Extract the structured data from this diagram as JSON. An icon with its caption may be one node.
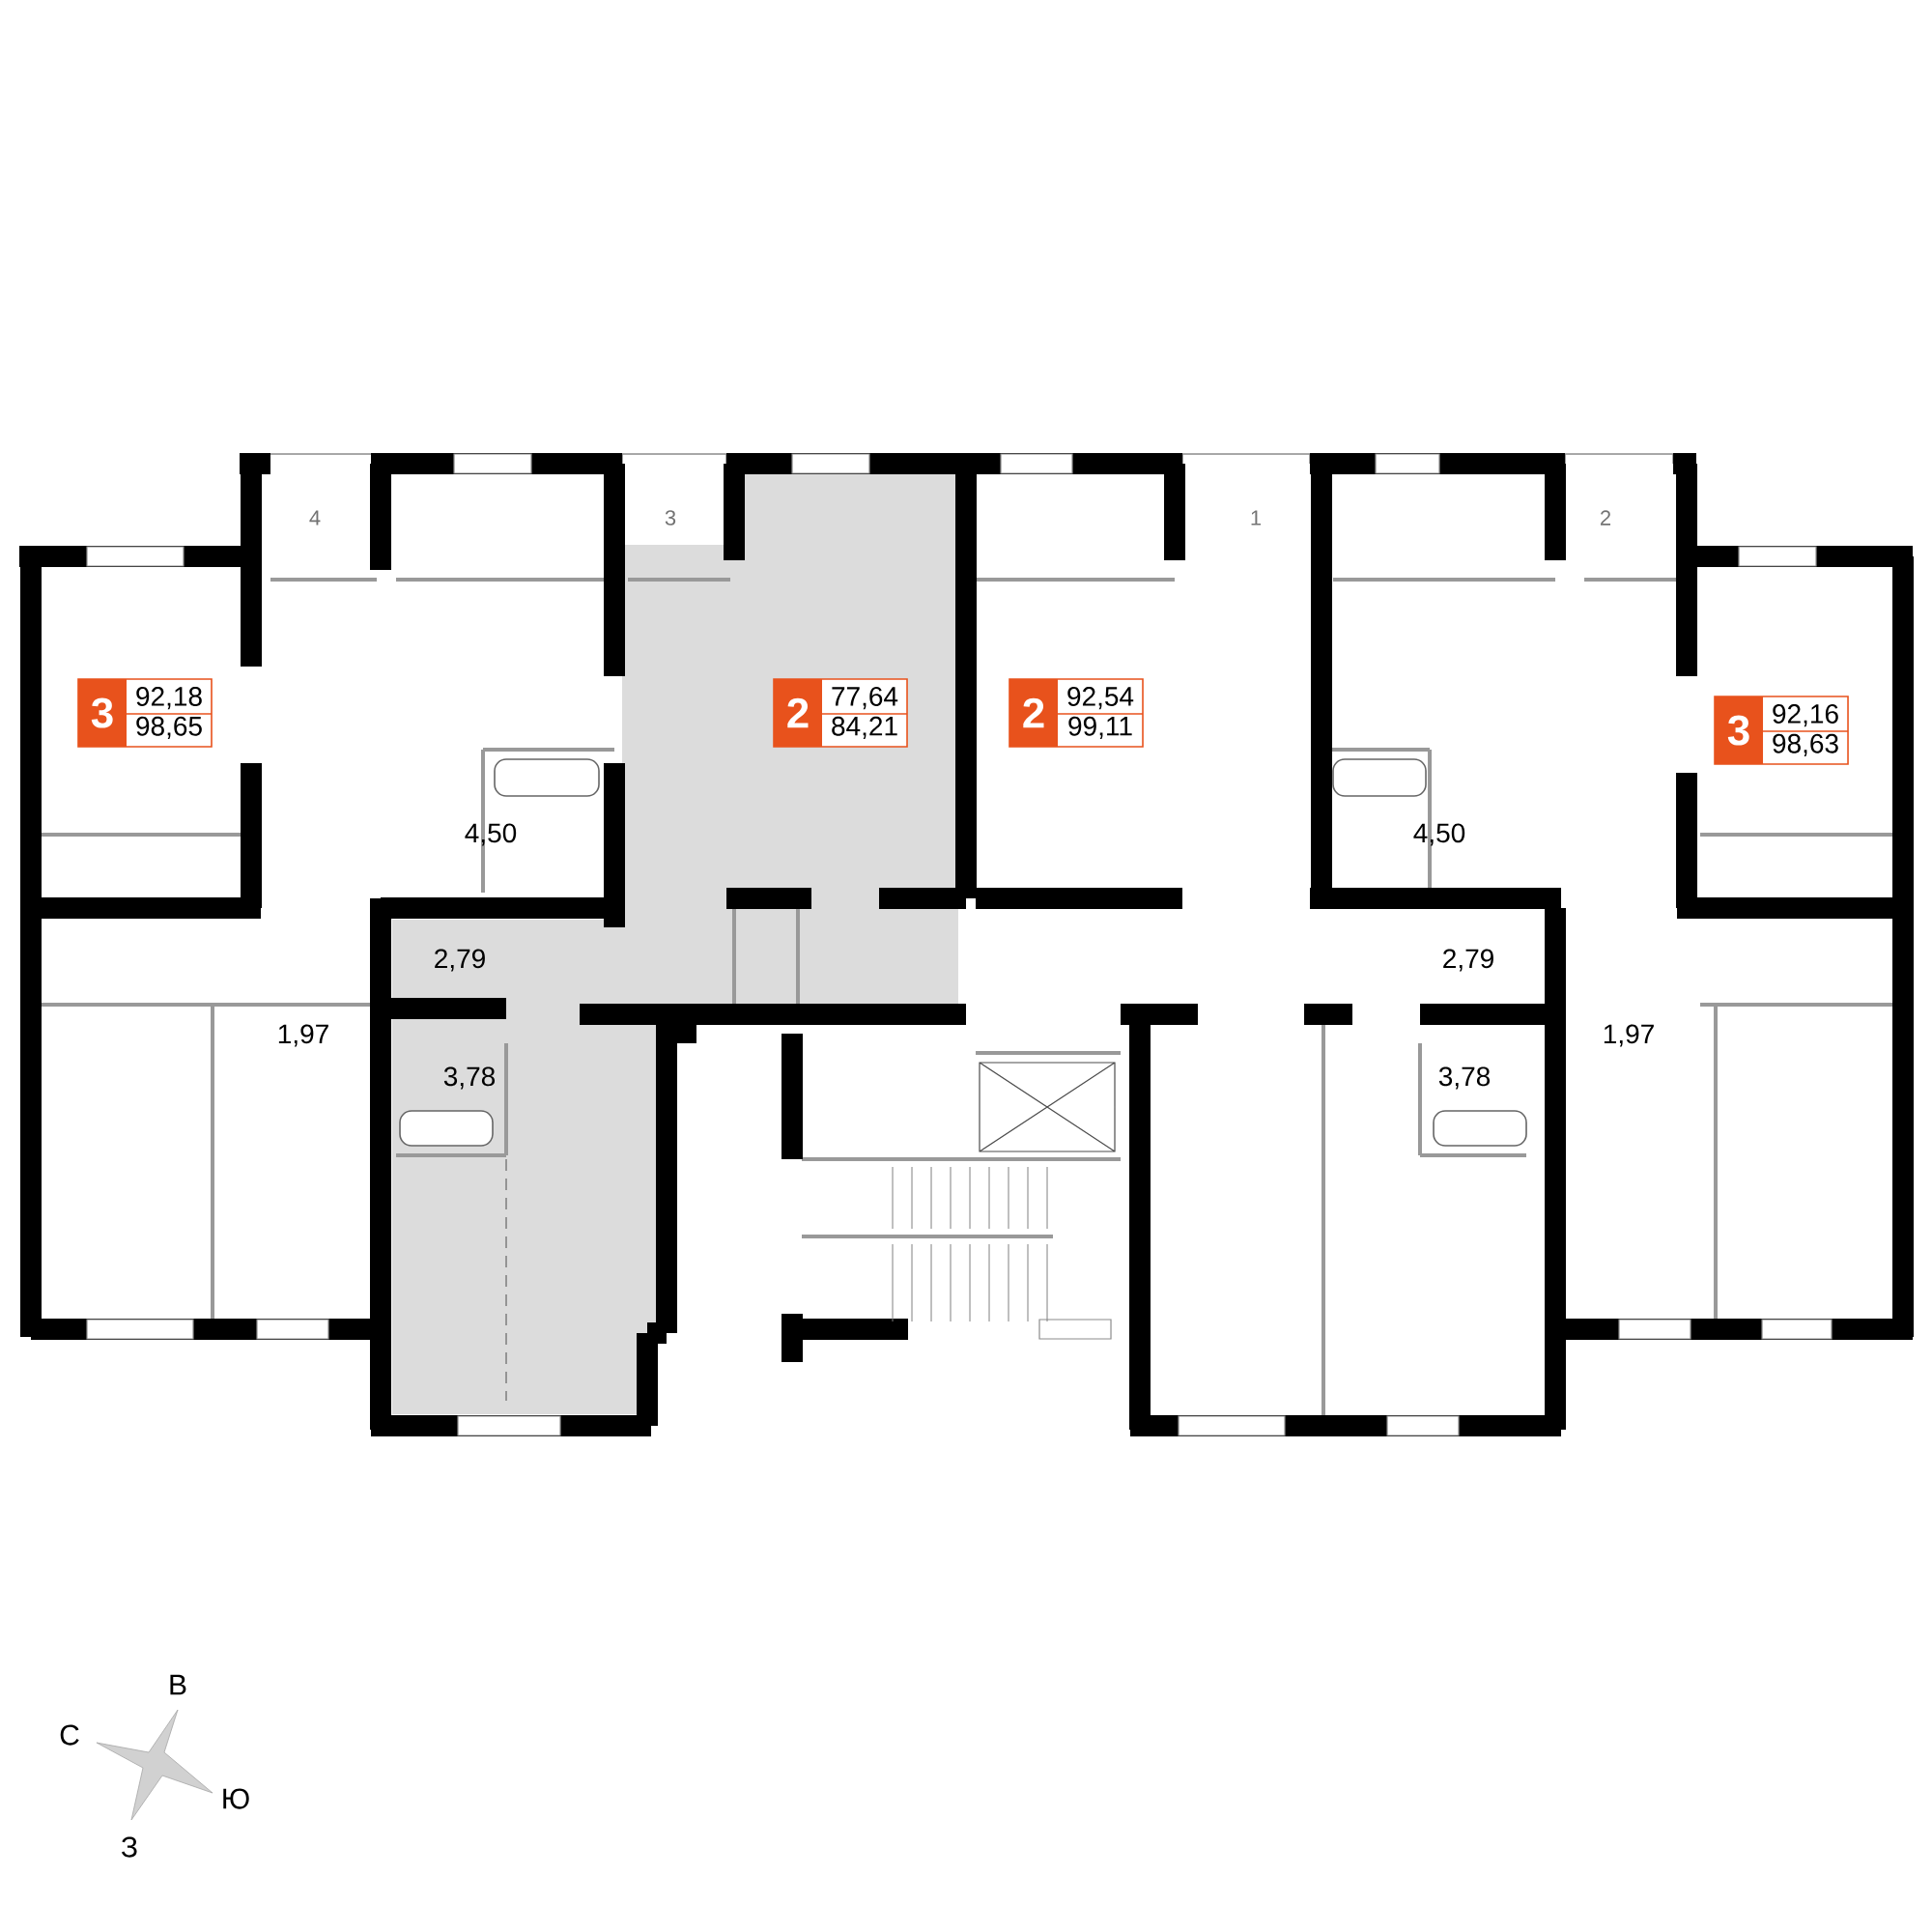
{
  "diagram": {
    "nodes": [
      {
        "text": [
          "3",
          "92,18",
          "98,65"
        ]
      },
      {
        "text": [
          "2",
          "77,64",
          "84,21"
        ]
      },
      {
        "text": [
          "2",
          "92,54",
          "99,11"
        ]
      },
      {
        "text": [
          "3",
          "92,16",
          "98,63"
        ]
      }
    ],
    "labels": [
      "4",
      "3",
      "1",
      "2",
      "4,50",
      "4,50",
      "2,79",
      "2,79",
      "1,97",
      "1,97",
      "3,78",
      "3,78",
      "В",
      "С",
      "Ю",
      "З"
    ]
  }
}
